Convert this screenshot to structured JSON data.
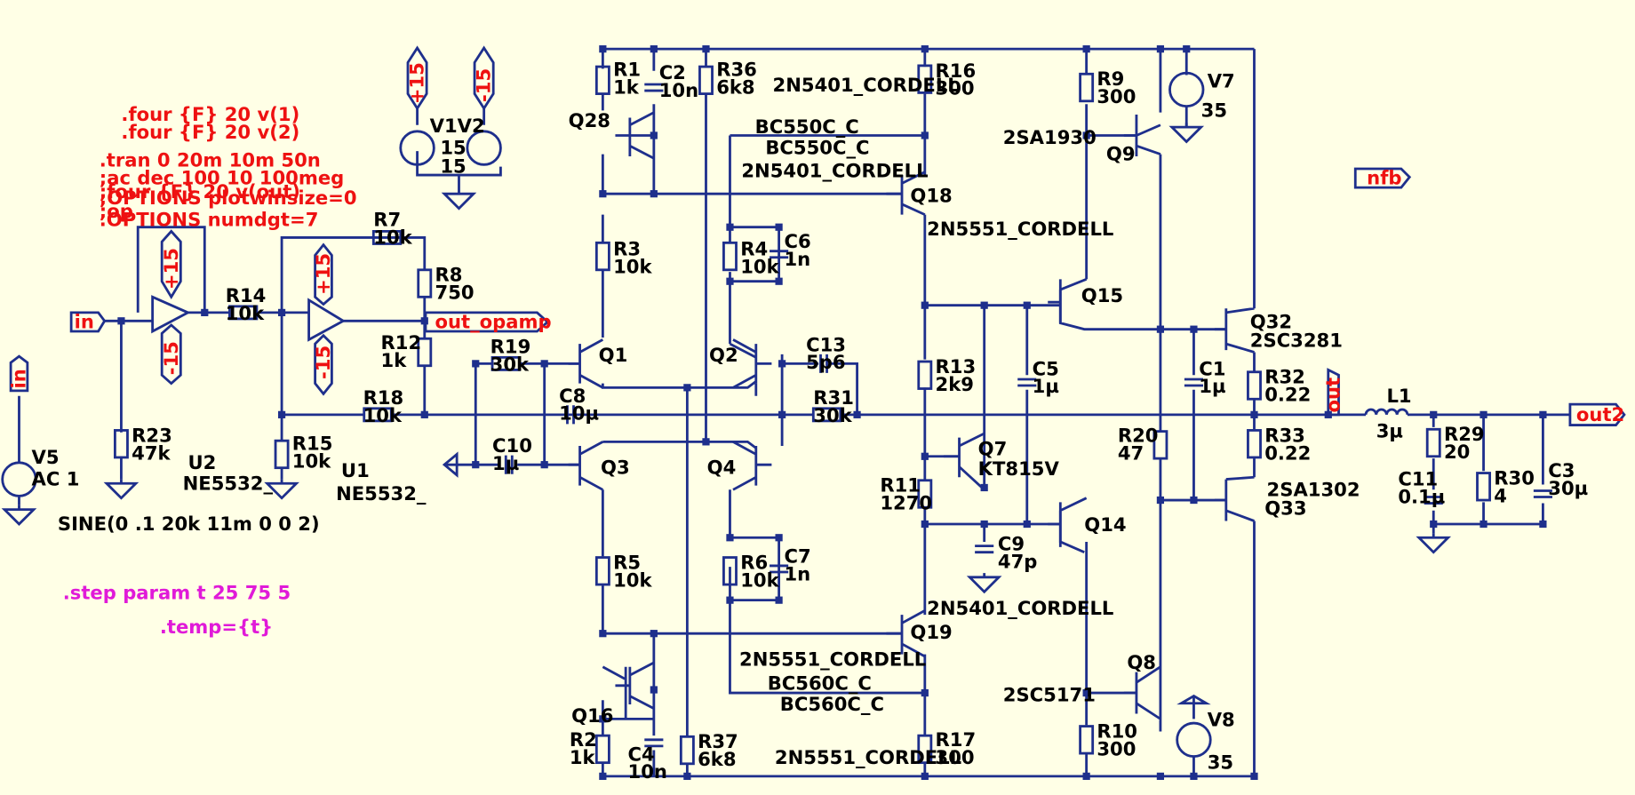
{
  "colors": {
    "background": "#ffffe6",
    "wire": "#1e2f8c",
    "label": "#000000",
    "directive": "#ee1111",
    "step": "#e01ad8"
  },
  "directives": [
    ".four {F} 20 v(1)",
    ".four {F} 20 v(2)",
    ".tran 0 20m 10m 50n",
    ";ac dec 100 10 100meg",
    ";four {F} 20 v(out)",
    ";OPTIONS plotwinsize=0",
    ";op",
    ".OPTIONS numdgt=7"
  ],
  "step": {
    "line1": ".step param t 25 75 5",
    "line2": ".temp={t}"
  },
  "net_labels": {
    "in": "in",
    "out_opamp": "out_opamp",
    "out": "out",
    "out2": "out2",
    "nfb": "nfb",
    "p15": "+15",
    "m15": "-15"
  },
  "sources": {
    "V1V2": {
      "name": "V1V2",
      "v1": "15",
      "v2": "15"
    },
    "V5": {
      "name": "V5",
      "value": "AC 1",
      "sine": "SINE(0 .1 20k 11m 0 0 2)"
    },
    "V7": {
      "name": "V7",
      "value": "35"
    },
    "V8": {
      "name": "V8",
      "value": "35"
    }
  },
  "opamps": {
    "U2": {
      "name": "U2",
      "model": "NE5532_"
    },
    "U1": {
      "name": "U1",
      "model": "NE5532_"
    }
  },
  "resistors": {
    "R1": {
      "name": "R1",
      "value": "1k"
    },
    "R2": {
      "name": "R2",
      "value": "1k"
    },
    "R3": {
      "name": "R3",
      "value": "10k"
    },
    "R4": {
      "name": "R4",
      "value": "10k"
    },
    "R5": {
      "name": "R5",
      "value": "10k"
    },
    "R6": {
      "name": "R6",
      "value": "10k"
    },
    "R7": {
      "name": "R7",
      "value": "10k"
    },
    "R8": {
      "name": "R8",
      "value": "750"
    },
    "R9": {
      "name": "R9",
      "value": "300"
    },
    "R10": {
      "name": "R10",
      "value": "300"
    },
    "R11": {
      "name": "R11",
      "value": "1270"
    },
    "R12": {
      "name": "R12",
      "value": "1k"
    },
    "R13": {
      "name": "R13",
      "value": "2k9"
    },
    "R14": {
      "name": "R14",
      "value": "10k"
    },
    "R15": {
      "name": "R15",
      "value": "10k"
    },
    "R16": {
      "name": "R16",
      "value": "300"
    },
    "R17": {
      "name": "R17",
      "value": "300"
    },
    "R18": {
      "name": "R18",
      "value": "10k"
    },
    "R19": {
      "name": "R19",
      "value": "30k"
    },
    "R20": {
      "name": "R20",
      "value": "47"
    },
    "R23": {
      "name": "R23",
      "value": "47k"
    },
    "R29": {
      "name": "R29",
      "value": "20"
    },
    "R30": {
      "name": "R30",
      "value": "4"
    },
    "R31": {
      "name": "R31",
      "value": "30k"
    },
    "R32": {
      "name": "R32",
      "value": "0.22"
    },
    "R33": {
      "name": "R33",
      "value": "0.22"
    },
    "R36": {
      "name": "R36",
      "value": "6k8"
    },
    "R37": {
      "name": "R37",
      "value": "6k8"
    }
  },
  "capacitors": {
    "C1": {
      "name": "C1",
      "value": "1µ"
    },
    "C2": {
      "name": "C2",
      "value": "10n"
    },
    "C3": {
      "name": "C3",
      "value": "30µ"
    },
    "C4": {
      "name": "C4",
      "value": "10n"
    },
    "C5": {
      "name": "C5",
      "value": "1µ"
    },
    "C6": {
      "name": "C6",
      "value": "1n"
    },
    "C7": {
      "name": "C7",
      "value": "1n"
    },
    "C8": {
      "name": "C8",
      "value": "10µ"
    },
    "C9": {
      "name": "C9",
      "value": "47p"
    },
    "C10": {
      "name": "C10",
      "value": "1µ"
    },
    "C11": {
      "name": "C11",
      "value": "0.1µ"
    },
    "C13": {
      "name": "C13",
      "value": "5p6"
    }
  },
  "inductors": {
    "L1": {
      "name": "L1",
      "value": "3µ"
    }
  },
  "transistors": {
    "Q1": {
      "name": "Q1"
    },
    "Q2": {
      "name": "Q2"
    },
    "Q3": {
      "name": "Q3"
    },
    "Q4": {
      "name": "Q4"
    },
    "Q7": {
      "name": "Q7",
      "model": "KT815V"
    },
    "Q8": {
      "name": "Q8",
      "model": "2SC5171"
    },
    "Q9": {
      "name": "Q9",
      "model": "2SA1930"
    },
    "Q14": {
      "name": "Q14"
    },
    "Q15": {
      "name": "Q15"
    },
    "Q16": {
      "name": "Q16"
    },
    "Q18": {
      "name": "Q18"
    },
    "Q19": {
      "name": "Q19"
    },
    "Q28": {
      "name": "Q28"
    },
    "Q32": {
      "name": "Q32",
      "model": "2SC3281"
    },
    "Q33": {
      "name": "Q33",
      "model": "2SA1302"
    }
  },
  "models": {
    "q16_top": "2N5401_CORDELL",
    "q1q2_top": "BC550C_C",
    "q1q2_mid": "BC550C_C",
    "q18_top": "2N5401_CORDELL",
    "q18_bot": "2N5551_CORDELL",
    "q19_top": "2N5401_CORDELL",
    "q19_bot": "2N5551_CORDELL",
    "q3q4_mid": "BC560C_C",
    "q3q4_bot": "BC560C_C",
    "q17_bot": "2N5551_CORDELL"
  }
}
